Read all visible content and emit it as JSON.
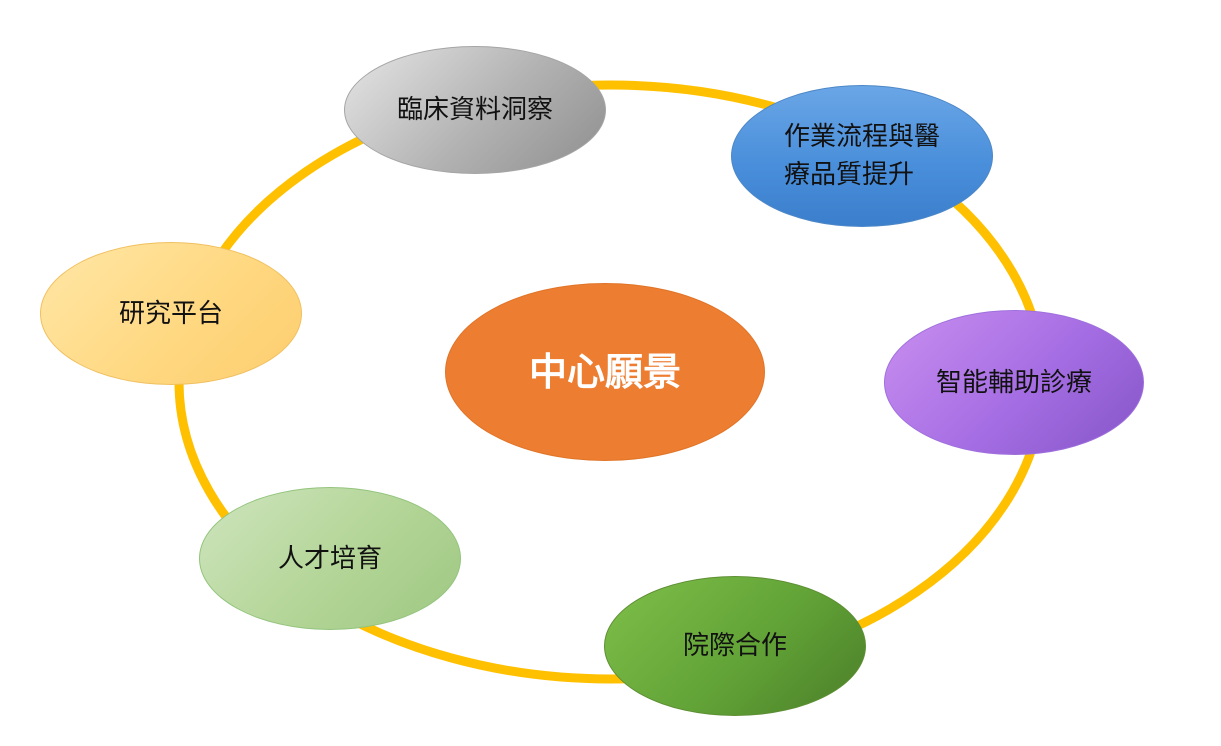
{
  "diagram": {
    "center": {
      "label": "中心願景",
      "color": "#ED7D31"
    },
    "ring_color": "#FFC000",
    "nodes": [
      {
        "id": "clinical",
        "label": "臨床資料洞察",
        "color": "#A5A5A5"
      },
      {
        "id": "workflow",
        "label": "作業流程與醫\n療品質提升",
        "color": "#4A8FDB"
      },
      {
        "id": "ai",
        "label": "智能輔助診療",
        "color": "#A56DE3"
      },
      {
        "id": "hospital",
        "label": "院際合作",
        "color": "#62A337"
      },
      {
        "id": "talent",
        "label": "人才培育",
        "color": "#B3D597"
      },
      {
        "id": "research",
        "label": "研究平台",
        "color": "#FFD77F"
      }
    ]
  }
}
